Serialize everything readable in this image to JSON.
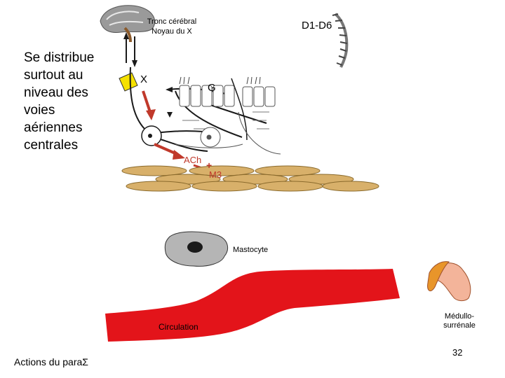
{
  "side_text": "Se distribue surtout au niveau des voies aériennes centrales",
  "labels": {
    "tronc": "Tronc cérébral Noyau du X",
    "d1d6": "D1-D6",
    "x": "X",
    "g": "G",
    "ach": "ACh",
    "plus": "+",
    "m3": "M3",
    "mastocyte": "Mastocyte",
    "circulation": "Circulation",
    "medullo": "Médullo-surrénale"
  },
  "page_number": "32",
  "footer": "Actions du paraΣ",
  "colors": {
    "nerve": "#1a1a1a",
    "arrow": "#c0392b",
    "muscle": "#d8b06a",
    "vessel": "#e3141a",
    "ganglion": "#f5e100",
    "mast_cell": "#b5b5b5"
  }
}
